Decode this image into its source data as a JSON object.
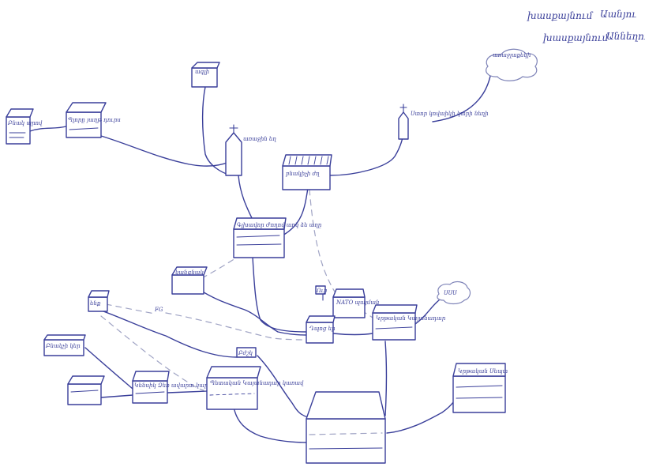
{
  "legend": {
    "row1_left": "խասքայնում",
    "row1_right": "Աանյու",
    "row2_left": "խասքայնում",
    "row2_right": "Աննեղու"
  },
  "labels": {
    "box_top_small": "ագլի",
    "box_far_left": "Բնակ պրով",
    "box_left_upper": "Պլորը յաղթ դուրս",
    "church_top": "առաջին եղ",
    "box_center_upper": "բնակիչի  ժղ",
    "church_right": "Ստոր կովաիկի կտրի նեղի",
    "cloud_top_right": "առաջլաքեկի",
    "box_center_hub": "Գլխավոր Ժողով առկ ձե աղը",
    "box_mid_left": "կանգնակ",
    "box_left_small": "ենք",
    "connector_fg": "FG",
    "flag_small": "Ուբ",
    "box_nat": "NATO պայման",
    "box_right_mid": "Կրթական Կայանադար",
    "cloud_right": "ՍՍՍ",
    "box_mid_center": "Դպոց եր",
    "box_far_left_lower": "Բնակչի կեր",
    "box_left_lower": "Կենսիկ Ձեռ ավարտ կար",
    "box_hub_lower": "Պետական Կայանադար կառավ",
    "tag_small": "Բժշկ",
    "box_right_lower": "Կրթական Սեպտ"
  }
}
